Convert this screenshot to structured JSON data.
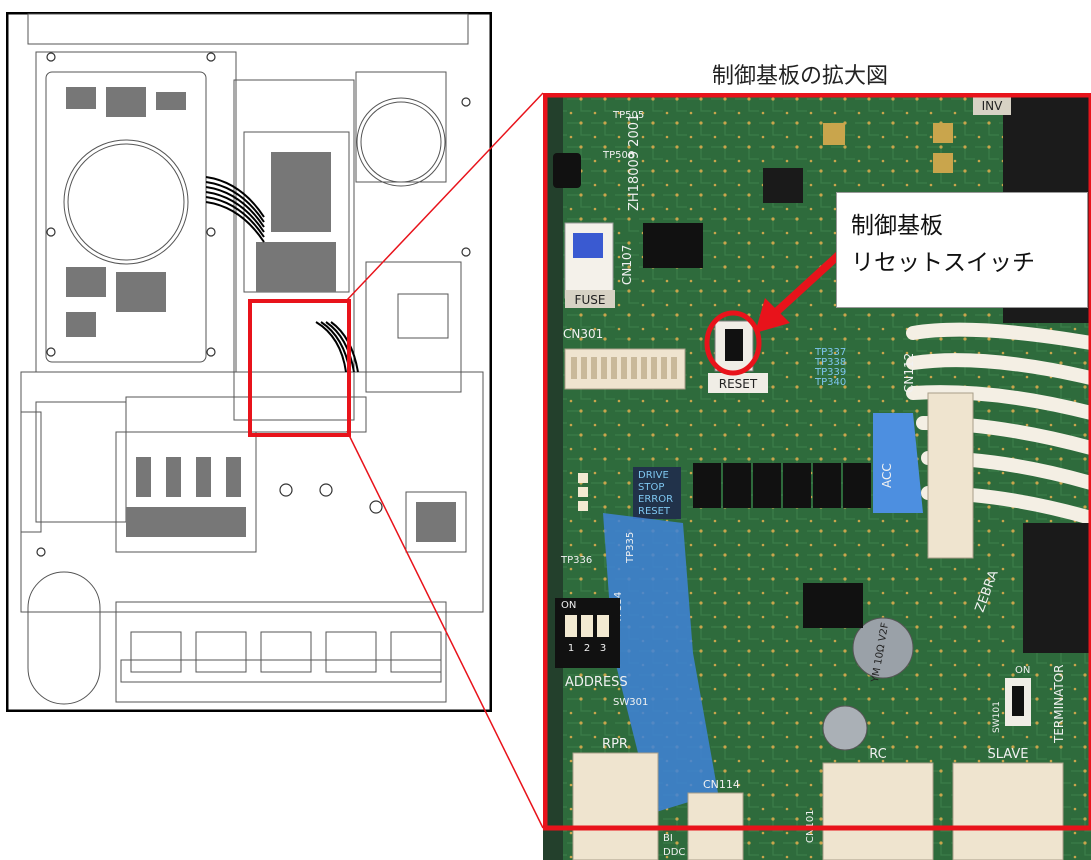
{
  "zoom_title": "制御基板の拡大図",
  "callout": {
    "line1": "制御基板",
    "line2": "リセットスイッチ"
  },
  "board_labels": {
    "reset": "RESET",
    "fuse": "FUSE",
    "cn301": "CN301",
    "cn107": "CN107",
    "cn112": "CN112",
    "cn114": "CN114",
    "cn101": "CN101",
    "drive": "DRIVE",
    "stop": "STOP",
    "error": "ERROR",
    "reset_led": "RESET",
    "address": "ADDRESS",
    "sw301": "SW301",
    "rpr": "RPR",
    "rc": "RC",
    "slave": "SLAVE",
    "terminator": "TERMINATOR",
    "acc": "ACC",
    "inv": "INV",
    "zebra": "ZEBRA",
    "tp337": "TP337",
    "tp338": "TP338",
    "tp339": "TP339",
    "tp340": "TP340",
    "tp336": "TP336",
    "tp335": "TP335",
    "tp334": "TP334",
    "tp505": "TP505",
    "tp506": "TP506",
    "part_number": "ZH18009 2001",
    "dip_on": "ON",
    "dip_1": "1",
    "dip_2": "2",
    "dip_3": "3",
    "cap_label": "YM 10Ω V2F",
    "on": "ON",
    "sw101": "SW101",
    "ddc": "DDC",
    "bi": "BI"
  },
  "colors": {
    "highlight_red": "#e8131b",
    "board_green": "#2e6b3c",
    "board_dark": "#1d4a2a",
    "connector_cream": "#efe4cf",
    "chip_black": "#1a1a1a"
  }
}
